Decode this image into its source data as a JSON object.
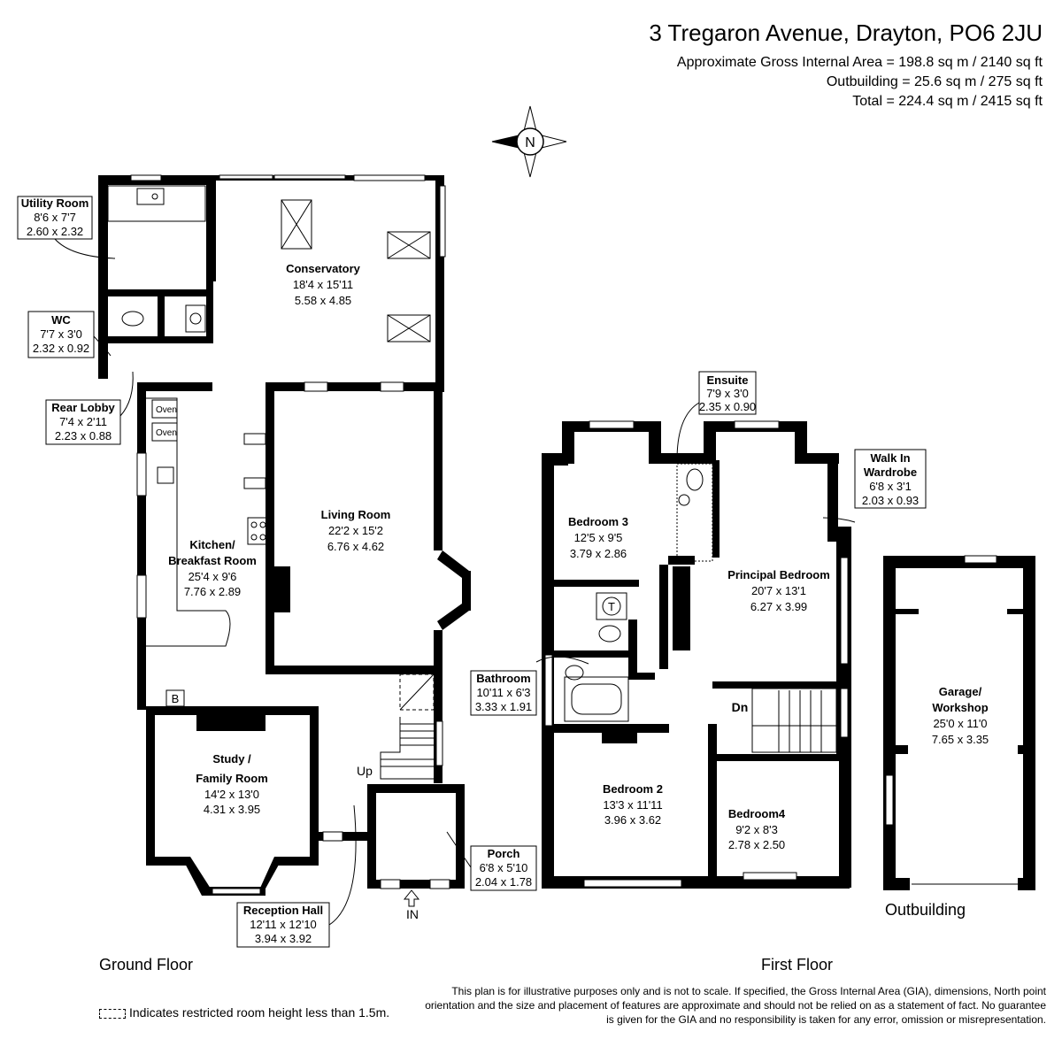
{
  "header": {
    "title": "3 Tregaron Avenue, Drayton, PO6 2JU",
    "gia": "Approximate Gross Internal Area = 198.8 sq m / 2140 sq ft",
    "outbuilding_area": "Outbuilding = 25.6 sq m / 275 sq ft",
    "total": "Total = 224.4 sq m / 2415 sq ft"
  },
  "compass": {
    "letter": "N"
  },
  "floors": {
    "ground": "Ground Floor",
    "first": "First Floor",
    "outbuilding": "Outbuilding"
  },
  "rooms": {
    "utility": {
      "name": "Utility Room",
      "imperial": "8'6 x 7'7",
      "metric": "2.60 x 2.32"
    },
    "wc": {
      "name": "WC",
      "imperial": "7'7 x 3'0",
      "metric": "2.32 x 0.92"
    },
    "rear_lobby": {
      "name": "Rear Lobby",
      "imperial": "7'4 x 2'11",
      "metric": "2.23 x 0.88"
    },
    "conservatory": {
      "name": "Conservatory",
      "imperial": "18'4 x 15'11",
      "metric": "5.58 x 4.85"
    },
    "kitchen": {
      "name1": "Kitchen/",
      "name2": "Breakfast Room",
      "imperial": "25'4 x 9'6",
      "metric": "7.76 x 2.89"
    },
    "living": {
      "name": "Living Room",
      "imperial": "22'2 x 15'2",
      "metric": "6.76 x 4.62"
    },
    "study": {
      "name1": "Study /",
      "name2": "Family Room",
      "imperial": "14'2 x 13'0",
      "metric": "4.31 x 3.95"
    },
    "reception": {
      "name": "Reception Hall",
      "imperial": "12'11 x 12'10",
      "metric": "3.94 x 3.92"
    },
    "porch": {
      "name": "Porch",
      "imperial": "6'8 x 5'10",
      "metric": "2.04 x 1.78"
    },
    "ensuite": {
      "name": "Ensuite",
      "imperial": "7'9 x 3'0",
      "metric": "2.35 x 0.90"
    },
    "walkin": {
      "name1": "Walk In",
      "name2": "Wardrobe",
      "imperial": "6'8 x 3'1",
      "metric": "2.03 x 0.93"
    },
    "bed3": {
      "name": "Bedroom 3",
      "imperial": "12'5 x 9'5",
      "metric": "3.79 x 2.86"
    },
    "principal": {
      "name": "Principal Bedroom",
      "imperial": "20'7 x 13'1",
      "metric": "6.27 x 3.99"
    },
    "bathroom": {
      "name": "Bathroom",
      "imperial": "10'11 x 6'3",
      "metric": "3.33 x 1.91"
    },
    "bed2": {
      "name": "Bedroom 2",
      "imperial": "13'3 x 11'11",
      "metric": "3.96 x 3.62"
    },
    "bed4": {
      "name": "Bedroom4",
      "imperial": "9'2 x 8'3",
      "metric": "2.78 x 2.50"
    },
    "garage": {
      "name1": "Garage/",
      "name2": "Workshop",
      "imperial": "25'0 x 11'0",
      "metric": "7.65 x 3.35"
    }
  },
  "fixtures": {
    "oven": "Oven",
    "boiler": "B",
    "tank": "T",
    "up": "Up",
    "down": "Dn",
    "entrance": "IN"
  },
  "legend": "Indicates restricted room height less than 1.5m.",
  "disclaimer": "This plan is for illustrative purposes only and is not to scale. If specified, the Gross Internal Area (GIA), dimensions, North point orientation and the size and placement of features are approximate and should not be relied on as a statement of fact. No guarantee is given for the GIA and no responsibility is taken for any error, omission or misrepresentation."
}
